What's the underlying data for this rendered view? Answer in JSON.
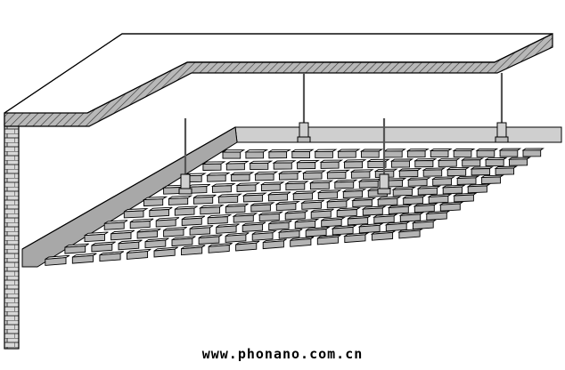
{
  "watermark": {
    "text": "www.phonano.com.cn"
  },
  "colors": {
    "background": "#ffffff",
    "outline": "#000000",
    "slab_fill": "#ffffff",
    "hatch_band": "#b8b8b8",
    "frame_channel": "#a8a8a8",
    "grid_bar_top": "#f2f2f2",
    "grid_bar_side": "#b4b4b4",
    "hanger_rod": "#555555",
    "brick_wall": "#9a9a9a"
  },
  "diagram": {
    "grid_rows": 10,
    "grid_columns": 14
  }
}
